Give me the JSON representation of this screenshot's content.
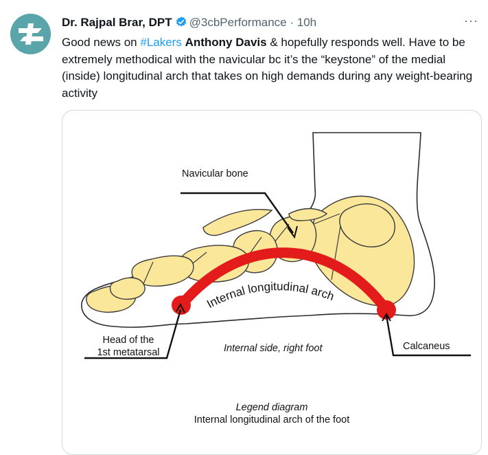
{
  "author": {
    "name": "Dr. Rajpal Brar, DPT",
    "handle": "@3cbPerformance",
    "separator": "·",
    "time": "10h"
  },
  "more_label": "···",
  "tweet": {
    "part1": "Good news on ",
    "hashtag": "#Lakers",
    "part2": " ",
    "bold": "Anthony Davis",
    "part3": " & hopefully responds well. Have to be extremely methodical with the navicular bc it’s the “keystone” of the medial (inside) longitudinal arch that takes on high demands during any weight-bearing activity"
  },
  "diagram": {
    "navicular_label": "Navicular bone",
    "arch_label": "Internal longitudinal arch",
    "head_label_line1": "Head of the",
    "head_label_line2": "1st metatarsal",
    "side_label": "Internal side, right foot",
    "calcaneus_label": "Calcaneus",
    "legend_title": "Legend diagram",
    "legend_subtitle": "Internal longitudinal arch of the foot"
  },
  "colors": {
    "accent": "#1d9bf0",
    "verified": "#1d9bf0",
    "arch": "#e41b1b",
    "bone": "#fbe79a",
    "avatar": "#5aa5a9"
  },
  "icons": [
    "avatar-logo",
    "verified-badge-icon",
    "more-icon"
  ]
}
